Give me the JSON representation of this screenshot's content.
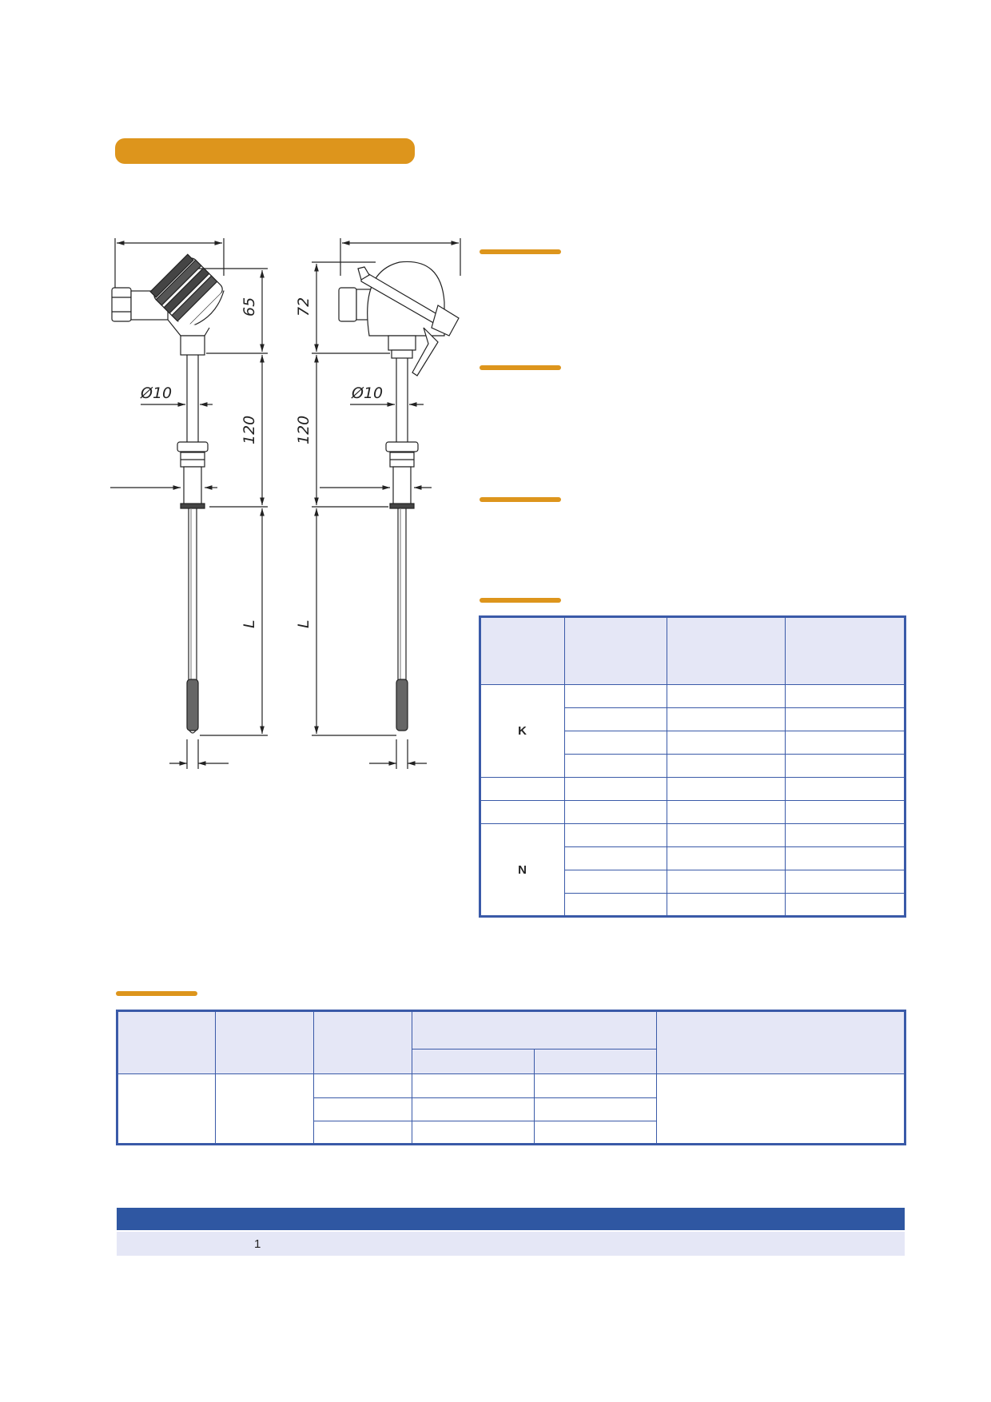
{
  "colors": {
    "accent": "#dd951c",
    "table_border": "#3a5aa8",
    "header_fill": "#e5e7f6",
    "footer_band": "#2f57a2"
  },
  "drawing": {
    "left": {
      "dim_head": "65",
      "dim_stem": "120",
      "dim_diameter": "Ø10",
      "dim_length": "L"
    },
    "right": {
      "dim_head": "72",
      "dim_stem": "120",
      "dim_diameter": "Ø10",
      "dim_length": "L"
    }
  },
  "spec_table": {
    "group_k": "K",
    "group_n": "N"
  },
  "footer": {
    "page_number": "1"
  }
}
